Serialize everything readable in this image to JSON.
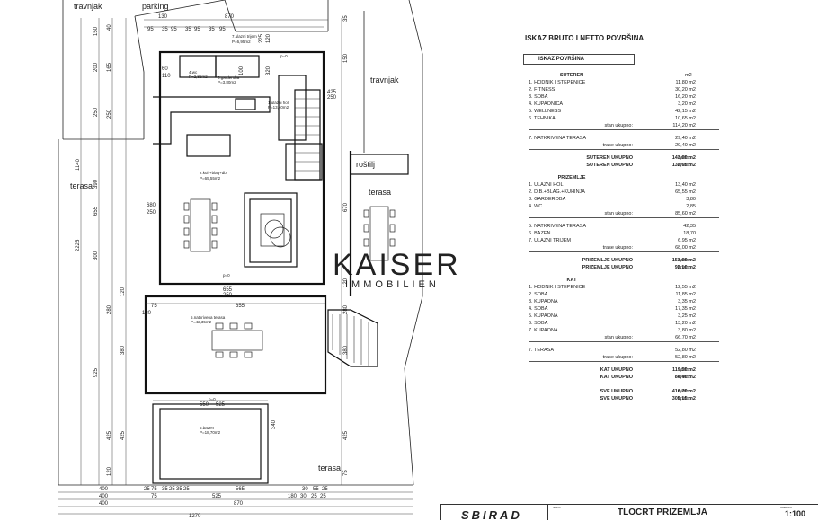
{
  "plan": {
    "labels": {
      "travnjak_top": "travnjak",
      "parking": "parking",
      "travnjak_right": "travnjak",
      "terasa_left": "terasa",
      "rostilj": "roštilj",
      "terasa_right": "terasa",
      "terasa_bottom": "terasa"
    },
    "rooms": {
      "ulazni_trijem": "7.ulazni trijem",
      "ulazni_trijem_area": "P=6,95m2",
      "wc": "4.wc",
      "wc_area": "P=2,85m2",
      "garderoba": "3.garderoba",
      "garderoba_area": "P=3,80m2",
      "ulazni_hol": "1.ulazni hol",
      "ulazni_hol_area": "P=13,40m2",
      "kuhinja": "2.kuh+blag+db",
      "kuhinja_area": "P=65,55m2",
      "natkrivena_terasa": "5.natkrivena terasa",
      "natkrivena_terasa_area": "P=42,35m2",
      "bazen": "6.bazen",
      "bazen_area": "P=18,70m2"
    },
    "level_marks": {
      "a": "p=0",
      "b": "p=0",
      "c": "p=0"
    },
    "dims_top_1": [
      "130",
      "870"
    ],
    "dims_top_2": [
      "95",
      "35",
      "95",
      "35",
      "95",
      "35",
      "95"
    ],
    "dims_top_3": [
      "225",
      "120"
    ],
    "dims_left_outer": [
      "1140",
      "2225"
    ],
    "dims_left_mid": [
      "150",
      "200",
      "250",
      "390",
      "655",
      "300",
      "925"
    ],
    "dims_left_inner": [
      "40",
      "165",
      "250",
      "120",
      "280",
      "380",
      "425",
      "425",
      "120"
    ],
    "dims_inside": [
      "60",
      "110",
      "100",
      "320",
      "425",
      "250",
      "680",
      "250",
      "655",
      "250",
      "75",
      "655",
      "120"
    ],
    "dims_right": [
      "35",
      "150",
      "670",
      "120",
      "280",
      "380",
      "425",
      "75"
    ],
    "dims_pool": [
      "550",
      "525",
      "340"
    ],
    "dims_bottom_1": [
      "400",
      "25",
      "75",
      "35",
      "25",
      "35",
      "25",
      "565",
      "30",
      "55",
      "25"
    ],
    "dims_bottom_2": [
      "400",
      "75",
      "525",
      "180",
      "30",
      "25",
      "25"
    ],
    "dims_bottom_3": [
      "400",
      "870"
    ],
    "dims_bottom_4": [
      "1270"
    ],
    "watermark": "KAISER",
    "watermark_sub": "IMMOBILIEN"
  },
  "table": {
    "title": "ISKAZ BRUTO I NETTO POVRŠINA",
    "subtitle": "ISKAZ POVRŠINA",
    "unit_header": "m2",
    "suteren": {
      "caption": "SUTEREN",
      "items": [
        {
          "name": "1. HODNIK I STEPENICE",
          "value": "11,80 m2"
        },
        {
          "name": "2. FITNESS",
          "value": "30,20 m2"
        },
        {
          "name": "3. SOBA",
          "value": "16,20 m2"
        },
        {
          "name": "4. KUPAONICA",
          "value": "3,20 m2"
        },
        {
          "name": "5. WELLNESS",
          "value": "42,15 m2"
        },
        {
          "name": "6. TEHNIKA",
          "value": "10,65 m2"
        }
      ],
      "stan_label": "stan ukupno:",
      "stan_value": "114,20 m2",
      "terasa_item": {
        "name": "7. NATKRIVENA TERASA",
        "value": "29,40 m2"
      },
      "terase_label": "trase ukupno:",
      "terase_value": "29,40 m2",
      "total_netto_label": "SUTEREN  UKUPNO",
      "total_netto_kind": "netto:",
      "total_netto_value": "143,60 m2",
      "total_bruto_label": "SUTEREN  UKUPNO",
      "total_bruto_kind": "bruto:",
      "total_bruto_value": "132,65 m2"
    },
    "prizemlje": {
      "caption": "PRIZEMLJE",
      "items": [
        {
          "name": "1. ULAZNI HOL",
          "value": "13,40 m2"
        },
        {
          "name": "2. D.B.+BLAG.+KUHINJA",
          "value": "65,55 m2"
        },
        {
          "name": "3. GARDEROBA",
          "value": "3,80"
        },
        {
          "name": "4. WC",
          "value": "2,85"
        }
      ],
      "stan_label": "stan ukupno:",
      "stan_value": "85,60 m2",
      "terase": [
        {
          "name": "5. NATKRIVENA TERASA",
          "value": "42,35"
        },
        {
          "name": "6. BAZEN",
          "value": "18,70"
        },
        {
          "name": "7. ULAZNI TRIJEM",
          "value": "6,95 m2"
        }
      ],
      "terase_label": "trase ukupno:",
      "terase_value": "68,00 m2",
      "total_netto_label": "PRIZEMLJE UKUPNO",
      "total_netto_kind": "netto:",
      "total_netto_value": "153,60 m2",
      "total_bruto_label": "PRIZEMLJE UKUPNO",
      "total_bruto_kind": "bruto:",
      "total_bruto_value": "92,10 m2"
    },
    "kat": {
      "caption": "KAT",
      "items": [
        {
          "name": "1. HODNIK I STEPENICE",
          "value": "12,55 m2"
        },
        {
          "name": "2. SOBA",
          "value": "11,85 m2"
        },
        {
          "name": "3. KUPAONA",
          "value": "3,35 m2"
        },
        {
          "name": "4. SOBA",
          "value": "17,35 m2"
        },
        {
          "name": "5. KUPAONA",
          "value": "3,25 m2"
        },
        {
          "name": "6. SOBA",
          "value": "13,20 m2"
        },
        {
          "name": "7. KUPAONA",
          "value": "3,80 m2"
        }
      ],
      "stan_label": "stan ukupno:",
      "stan_value": "66,70 m2",
      "terasa_item": {
        "name": "7. TERASA",
        "value": "52,80 m2"
      },
      "terase_label": "trase ukupno:",
      "terase_value": "52,80 m2",
      "total_netto_label": "KAT UKUPNO",
      "total_netto_kind": "netto:",
      "total_netto_value": "119,50 m2",
      "total_bruto_label": "KAT UKUPNO",
      "total_bruto_kind": "bruto:",
      "total_bruto_value": "84,40 m2"
    },
    "sve": {
      "netto_label": "SVE UKUPNO",
      "netto_kind": "netto:",
      "netto_value": "416,70 m2",
      "bruto_label": "SVE UKUPNO",
      "bruto_kind": "bruto:",
      "bruto_value": "309,15 m2"
    }
  },
  "titleblock": {
    "logo": "SBIRAD",
    "small_label_1": "NAZIV",
    "title": "TLOCRT PRIZEMLJA",
    "small_label_2": "MJERILO",
    "scale": "1:100"
  }
}
